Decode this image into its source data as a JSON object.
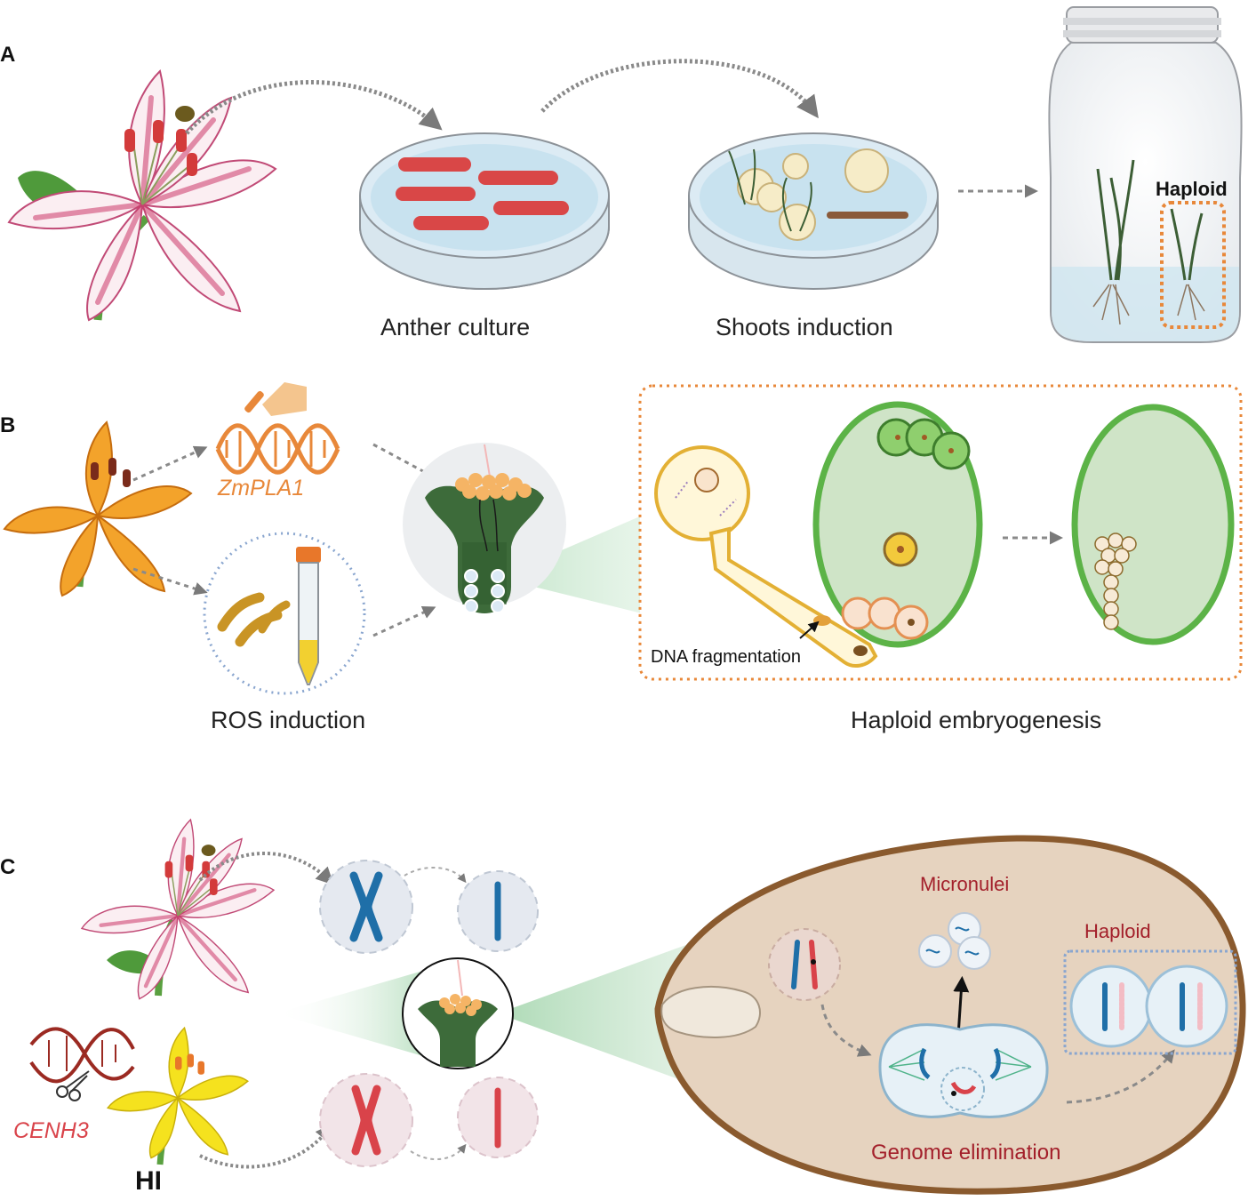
{
  "panels": {
    "a": {
      "letter": "A",
      "step1_label": "Anther culture",
      "step2_label": "Shoots induction",
      "jar_label": "Haploid"
    },
    "b": {
      "letter": "B",
      "gene_label": "ZmPLA1",
      "ros_label": "ROS induction",
      "dna_label": "DNA fragmentation",
      "embryo_label": "Haploid embryogenesis"
    },
    "c": {
      "letter": "C",
      "micronuclei_label": "Micronulei",
      "haploid_label": "Haploid",
      "gene_label": "CENH3",
      "inducer_label": "HI",
      "elimination_label": "Genome elimination"
    }
  },
  "colors": {
    "accent_orange": "#e8883a",
    "stigma_green": "#3d6b3a",
    "chromosome_blue": "#1f6fa8",
    "chromosome_red": "#d9434a",
    "label_red": "#a31f2a",
    "embryo_sac_green": "#5cb347",
    "seed_tan": "#e6d3bf"
  },
  "icons": [
    "lily-flower-icon",
    "petri-dish-icon",
    "culture-jar-icon",
    "dna-helix-icon",
    "test-tube-icon",
    "stigma-icon",
    "pollen-tube-icon",
    "embryo-sac-icon",
    "chromosome-icon",
    "seed-icon",
    "scissors-icon"
  ]
}
